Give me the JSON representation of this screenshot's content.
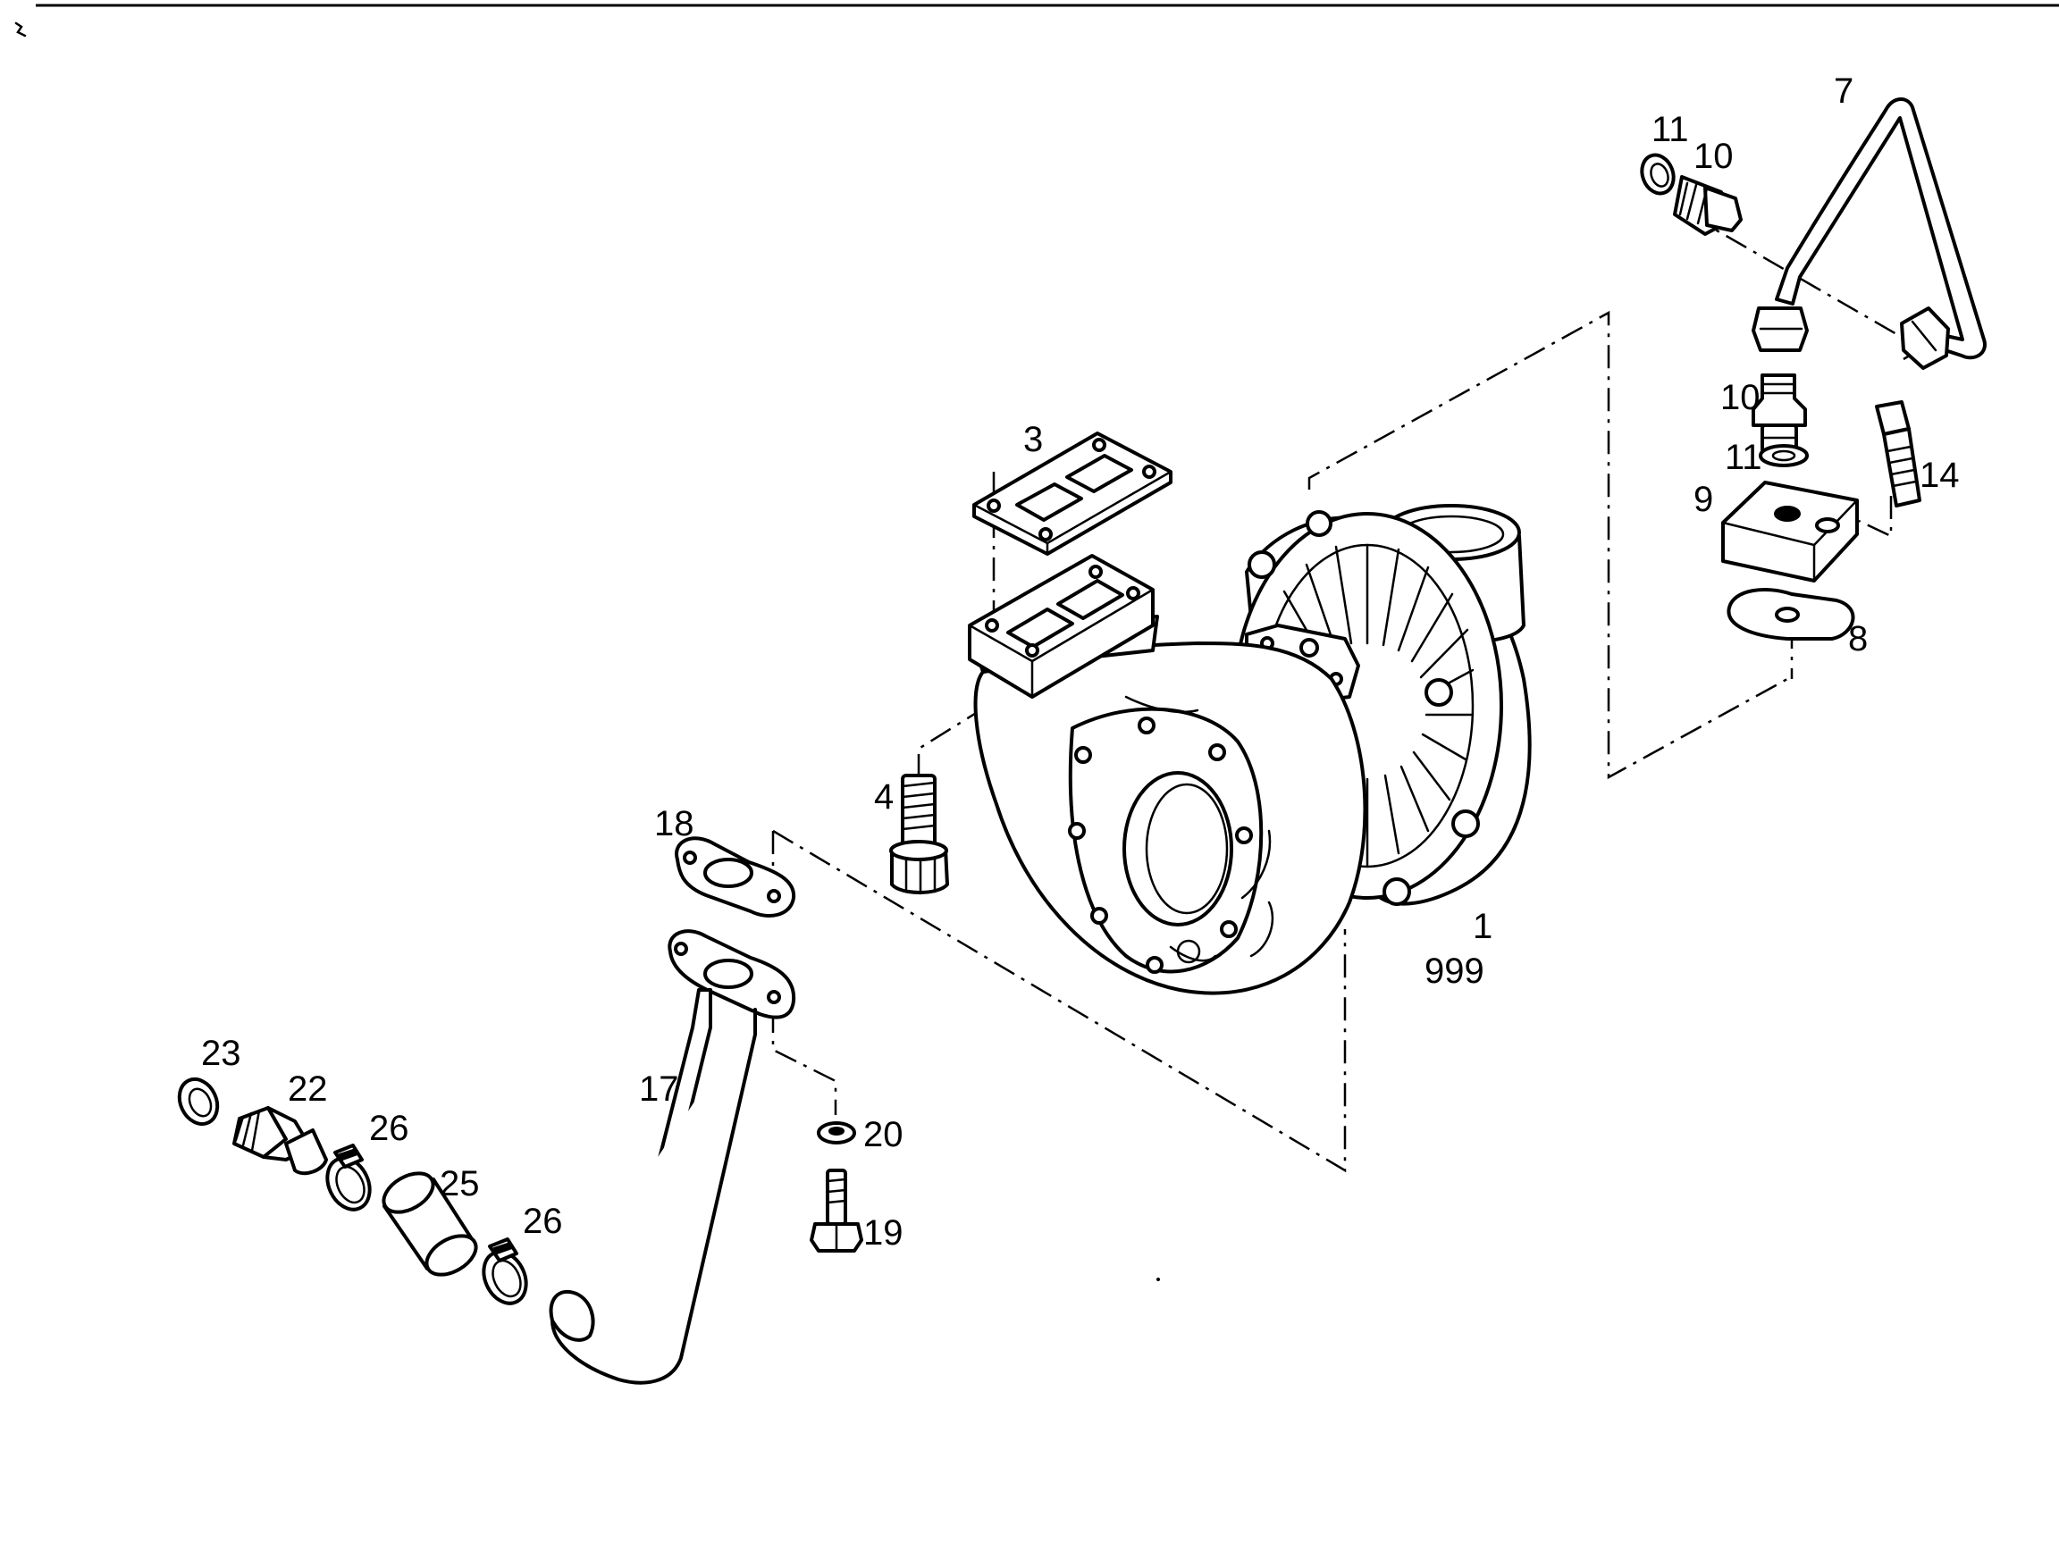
{
  "labels": {
    "l1": "1",
    "l999": "999",
    "l3": "3",
    "l4": "4",
    "l7": "7",
    "l8": "8",
    "l9": "9",
    "l10a": "10",
    "l10b": "10",
    "l11a": "11",
    "l11b": "11",
    "l14": "14",
    "l17": "17",
    "l18": "18",
    "l19": "19",
    "l20": "20",
    "l22": "22",
    "l23": "23",
    "l25": "25",
    "l26a": "26",
    "l26b": "26"
  }
}
